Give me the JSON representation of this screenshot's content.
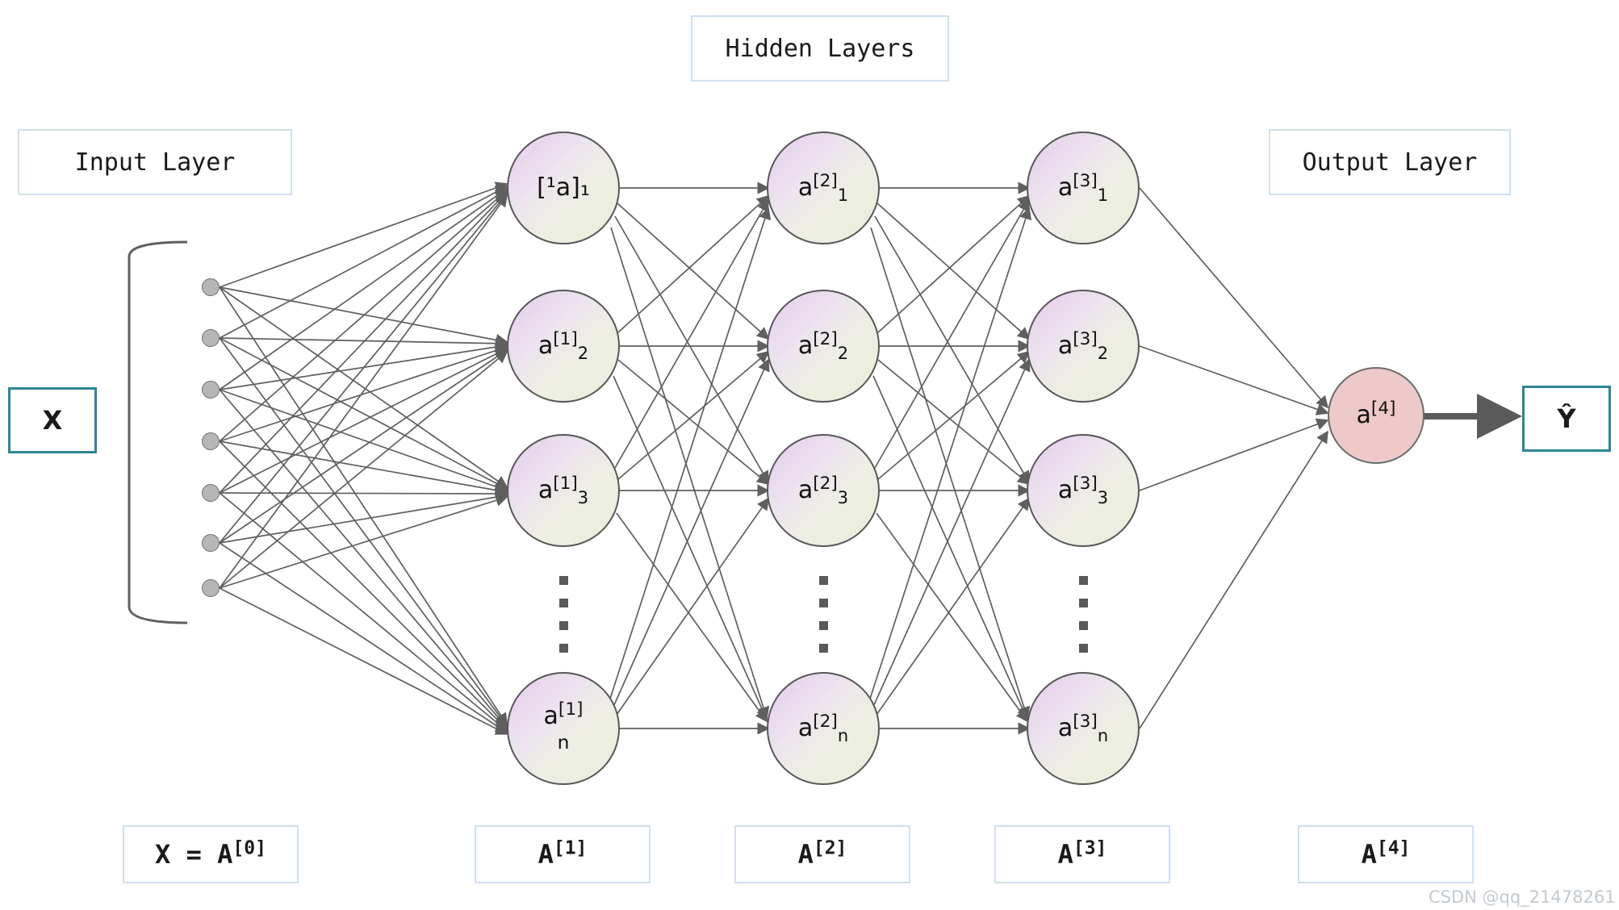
{
  "titles": {
    "input_layer": "Input Layer",
    "hidden_layers": "Hidden Layers",
    "output_layer": "Output Layer"
  },
  "variables": {
    "input": "X",
    "output": "Ŷ"
  },
  "bottom_labels": [
    {
      "text": "X = A",
      "sup": "[0]"
    },
    {
      "text": "A",
      "sup": "[1]"
    },
    {
      "text": "A",
      "sup": "[2]"
    },
    {
      "text": "A",
      "sup": "[3]"
    },
    {
      "text": "A",
      "sup": "[4]"
    }
  ],
  "layers": [
    {
      "name": "hidden-1",
      "nodes": [
        {
          "label": "[¹a]₁",
          "base": "",
          "sup": "",
          "sub": "",
          "raw": true
        },
        {
          "base": "a",
          "sup": "[1]",
          "sub": "2"
        },
        {
          "base": "a",
          "sup": "[1]",
          "sub": "3"
        },
        {
          "base": "a",
          "sup": "[1]",
          "sub": "n",
          "wrapped": true
        }
      ]
    },
    {
      "name": "hidden-2",
      "nodes": [
        {
          "base": "a",
          "sup": "[2]",
          "sub": "1"
        },
        {
          "base": "a",
          "sup": "[2]",
          "sub": "2"
        },
        {
          "base": "a",
          "sup": "[2]",
          "sub": "3"
        },
        {
          "base": "a",
          "sup": "[2]",
          "sub": "n"
        }
      ]
    },
    {
      "name": "hidden-3",
      "nodes": [
        {
          "base": "a",
          "sup": "[3]",
          "sub": "1"
        },
        {
          "base": "a",
          "sup": "[3]",
          "sub": "2"
        },
        {
          "base": "a",
          "sup": "[3]",
          "sub": "3"
        },
        {
          "base": "a",
          "sup": "[3]",
          "sub": "n"
        }
      ]
    },
    {
      "name": "output",
      "nodes": [
        {
          "base": "a",
          "sup": "[4]",
          "sub": ""
        }
      ]
    }
  ],
  "input_nodes_count": 7,
  "colors": {
    "neuron_gradient_start": "#e6ccec",
    "neuron_gradient_end": "#e9eedb",
    "output_neuron": "#eec9c9",
    "neuron_stroke": "#575757",
    "edge": "#5f5f5f",
    "label_border": "#cfdff0",
    "teal_border": "#2e8596",
    "input_dot": "#b6b6b6",
    "watermark": "#c3c9cf"
  },
  "watermark": "CSDN @qq_21478261"
}
